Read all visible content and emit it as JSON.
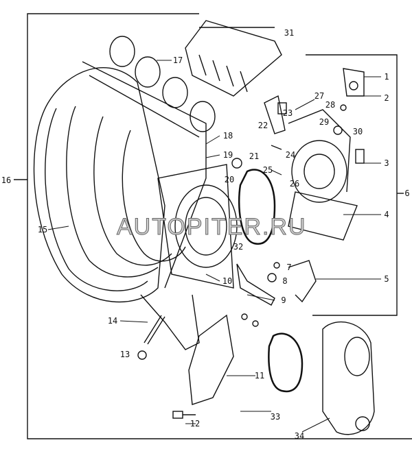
{
  "diagram": {
    "title": "Intake manifold assembly exploded view",
    "watermark": "AUTOPITER.RU",
    "callouts": [
      "1",
      "2",
      "3",
      "4",
      "5",
      "6",
      "7",
      "8",
      "9",
      "10",
      "11",
      "12",
      "13",
      "14",
      "15",
      "16",
      "17",
      "18",
      "19",
      "20",
      "21",
      "22",
      "23",
      "24",
      "25",
      "26",
      "27",
      "28",
      "29",
      "30",
      "31",
      "32",
      "33",
      "34"
    ]
  }
}
